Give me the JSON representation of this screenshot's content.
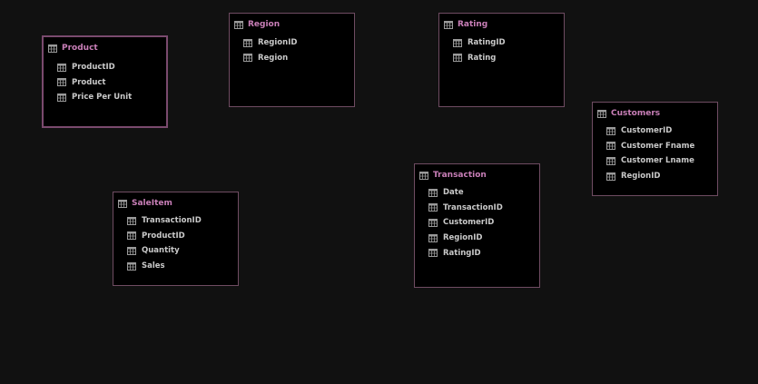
{
  "diagram": {
    "tables": [
      {
        "id": "product",
        "title": "Product",
        "selected": true,
        "fields": [
          "ProductID",
          "Product",
          "Price Per Unit"
        ]
      },
      {
        "id": "region",
        "title": "Region",
        "selected": false,
        "fields": [
          "RegionID",
          "Region"
        ]
      },
      {
        "id": "rating",
        "title": "Rating",
        "selected": false,
        "fields": [
          "RatingID",
          "Rating"
        ]
      },
      {
        "id": "customers",
        "title": "Customers",
        "selected": false,
        "fields": [
          "CustomerID",
          "Customer Fname",
          "Customer Lname",
          "RegionID"
        ]
      },
      {
        "id": "transaction",
        "title": "Transaction",
        "selected": false,
        "fields": [
          "Date",
          "TransactionID",
          "CustomerID",
          "RegionID",
          "RatingID"
        ]
      },
      {
        "id": "saleitem",
        "title": "SaleItem",
        "selected": false,
        "fields": [
          "TransactionID",
          "ProductID",
          "Quantity",
          "Sales"
        ]
      }
    ]
  },
  "colors": {
    "background": "#111111",
    "card_background": "#000000",
    "card_border": "#6f4c62",
    "title": "#c97fb8",
    "field_text": "#c9c9c9",
    "icon": "#9a9a9a"
  },
  "icons": {
    "table": "table-icon",
    "column": "column-icon"
  }
}
